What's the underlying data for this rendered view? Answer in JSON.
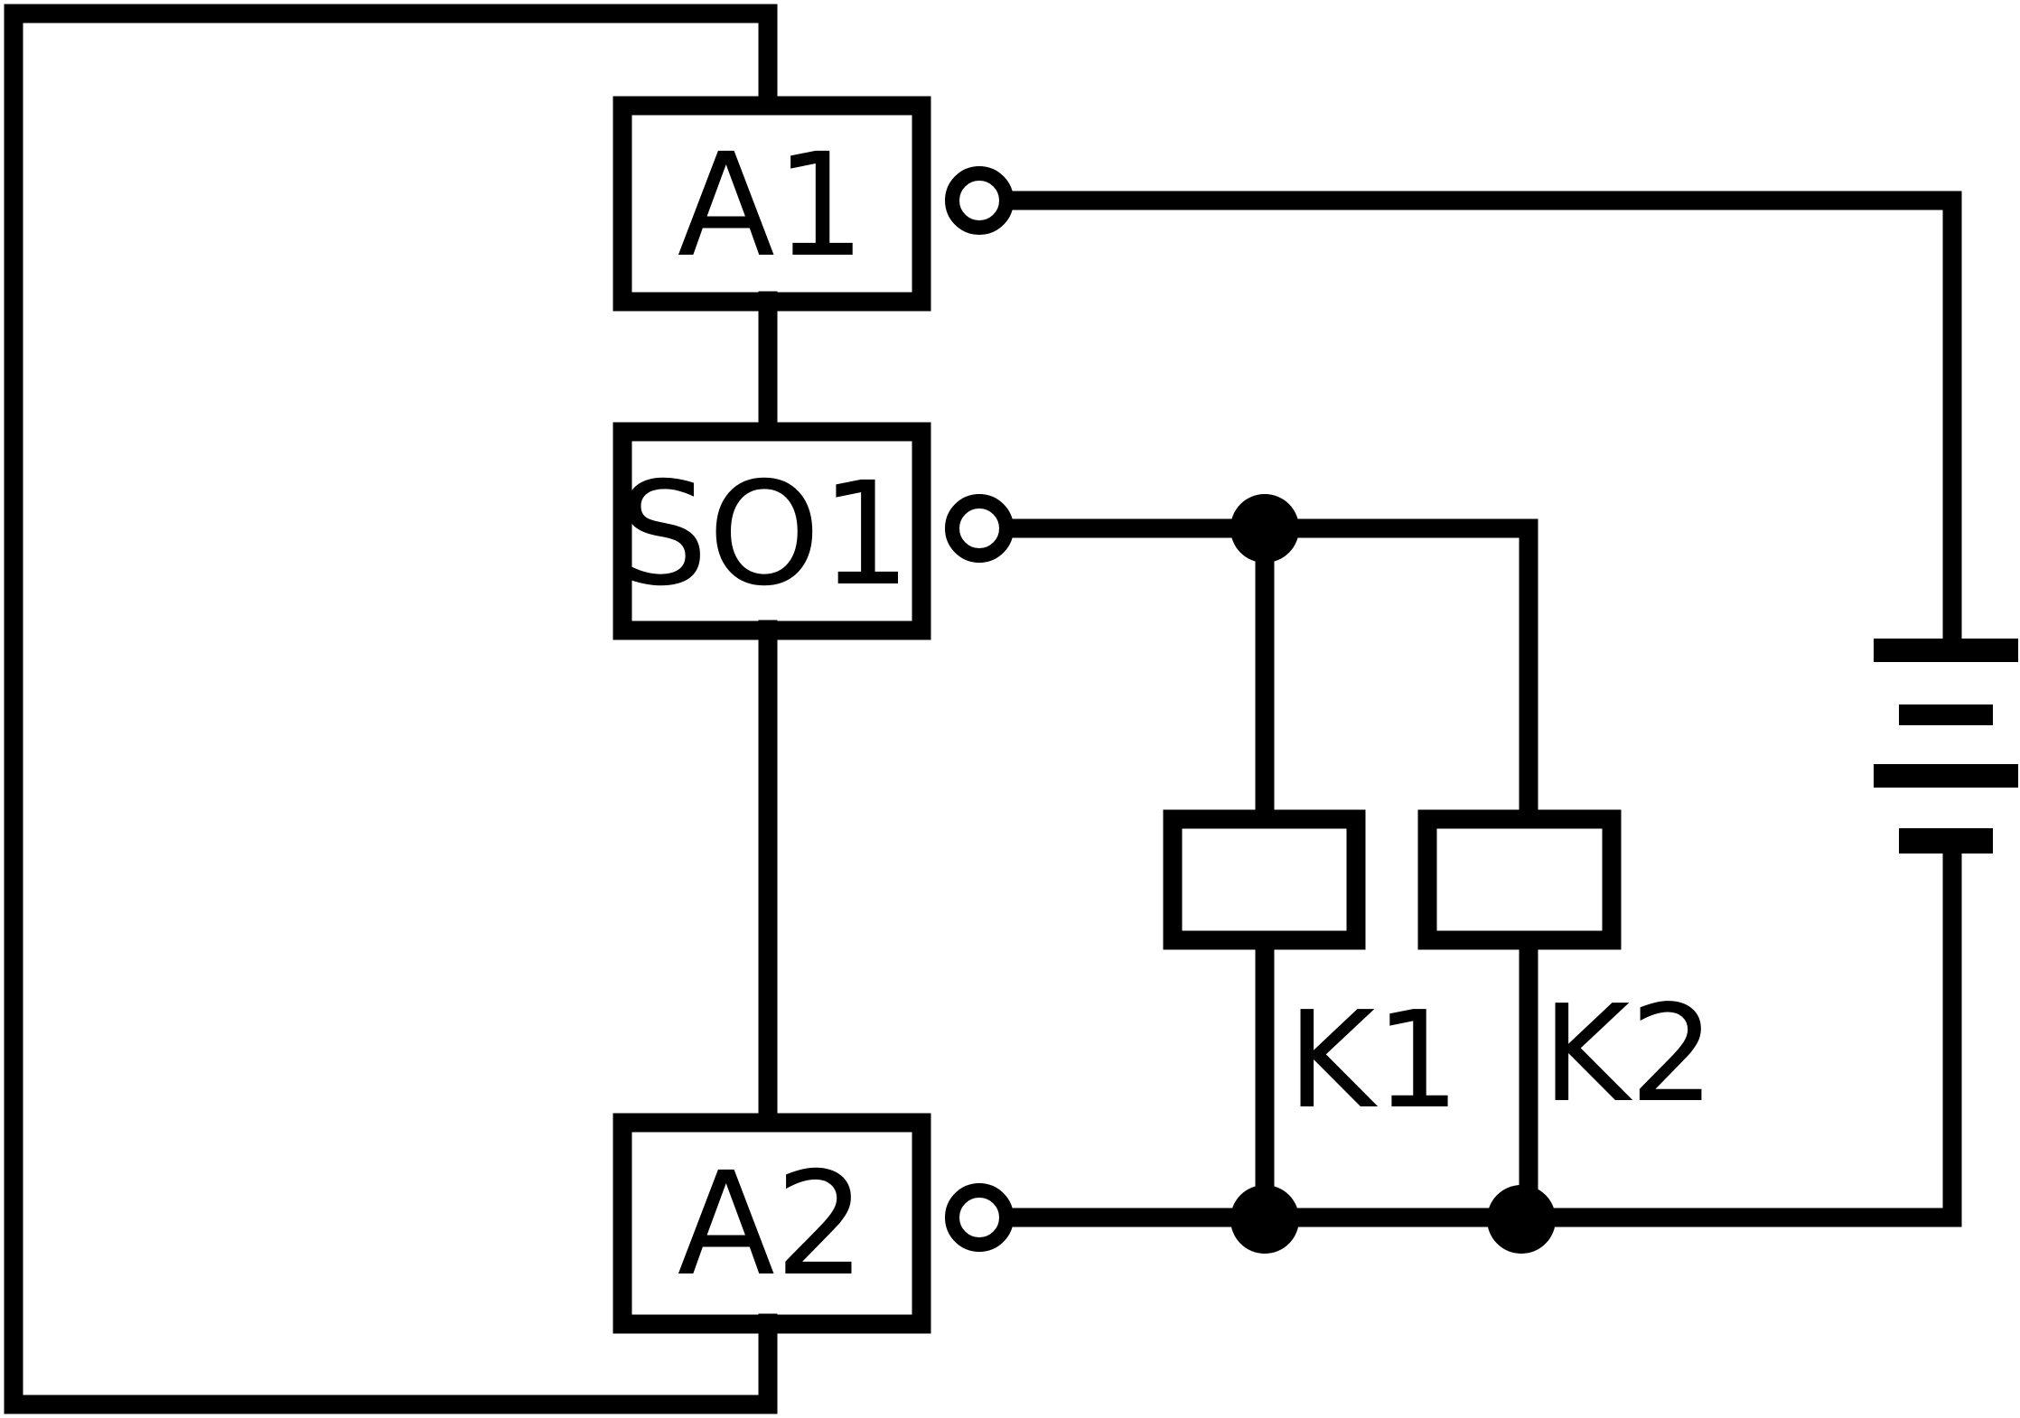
{
  "diagram": {
    "components": {
      "a1": {
        "label": "A1"
      },
      "so1": {
        "label": "SO1"
      },
      "a2": {
        "label": "A2"
      },
      "k1": {
        "label": "K1"
      },
      "k2": {
        "label": "K2"
      }
    },
    "colors": {
      "line": "#000000",
      "background": "#ffffff"
    }
  }
}
